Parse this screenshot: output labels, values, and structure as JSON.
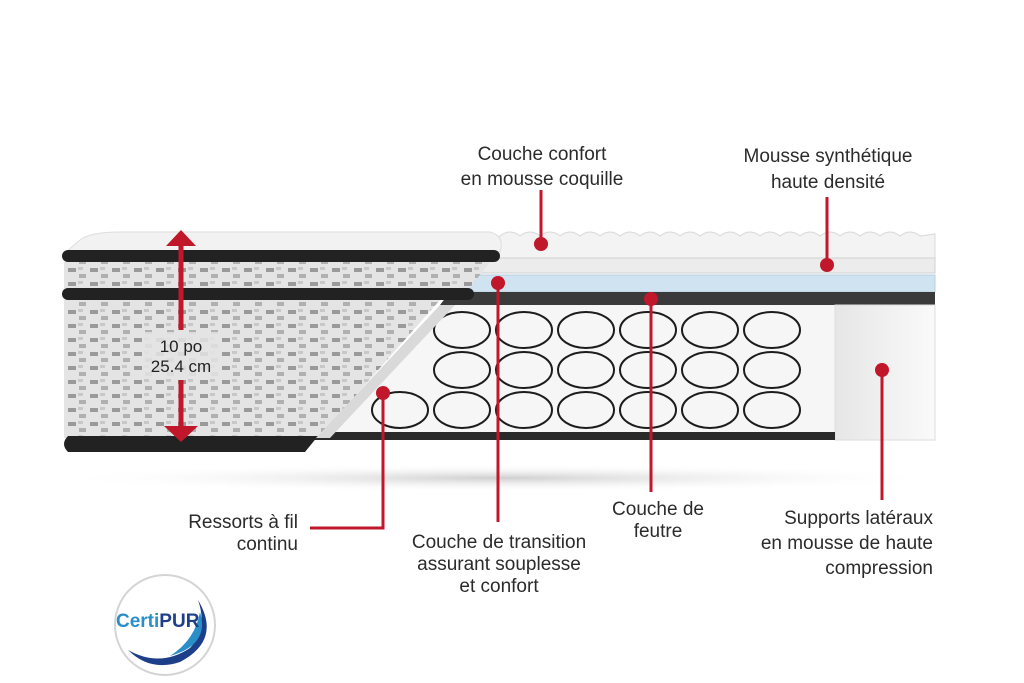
{
  "colors": {
    "accent": "#c0172b",
    "transition_layer": "#cfe3f0",
    "felt": "#3a3a3a"
  },
  "dimension": {
    "imperial": "10 po",
    "metric": "25.4 cm"
  },
  "labels": {
    "comfort_layer": [
      "Couche confort",
      "en mousse coquille"
    ],
    "high_density_foam": [
      "Mousse synthétique",
      "haute densité"
    ],
    "coils": [
      "Ressorts à fil",
      "continu"
    ],
    "transition_layer": [
      "Couche de transition",
      "assurant souplesse",
      "et confort"
    ],
    "felt_layer": [
      "Couche de",
      "feutre"
    ],
    "side_supports": [
      "Supports latéraux",
      "en mousse de haute",
      "compression"
    ]
  },
  "logo": {
    "text": "CertiPUR"
  }
}
